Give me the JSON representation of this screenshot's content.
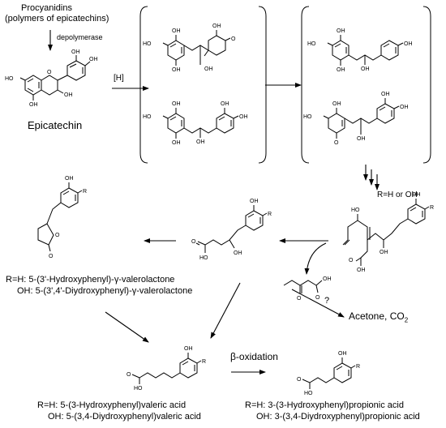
{
  "labels": {
    "procyanidins_line1": "Procyanidins",
    "procyanidins_line2": "(polymers of epicatechins)",
    "depolymerase": "depolymerase",
    "hydrogenation": "[H]",
    "epicatechin": "Epicatechin",
    "r_group": "R=H or OH",
    "question_mark": "?",
    "acetone": "Acetone, CO",
    "acetone_sub": "2",
    "valerolactone_rh": "R=H: 5-(3'-Hydroxyphenyl)-γ-valerolactone",
    "valerolactone_oh": "OH: 5-(3',4'-Diydroxyphenyl)-γ-valerolactone",
    "beta_oxidation": "β-oxidation",
    "valeric_rh": "R=H: 5-(3-Hydroxyphenyl)valeric acid",
    "valeric_oh": "OH: 5-(3,4-Diydroxyphenyl)valeric acid",
    "propionic_rh": "R=H: 3-(3-Hydroxyphenyl)propionic acid",
    "propionic_oh": "OH: 3-(3,4-Diydroxyphenyl)propionic acid"
  },
  "atoms": {
    "oh": "OH",
    "ho": "HO",
    "o": "O",
    "r": "R"
  }
}
